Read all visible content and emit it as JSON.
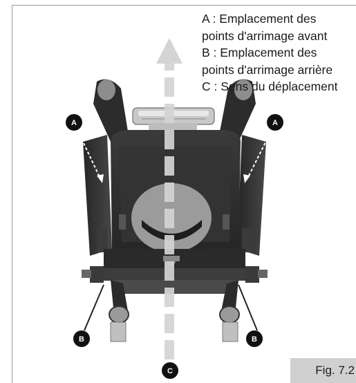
{
  "legend": {
    "line1": "A : Emplacement des",
    "line2": "points d'arrimage avant",
    "line3": "B : Emplacement des",
    "line4": "points d'arrimage arrière",
    "line5": "C : Sens du déplacement"
  },
  "figure_label": "Fig. 7.2",
  "markers": {
    "a_left": "A",
    "a_right": "A",
    "b_left": "B",
    "b_right": "B",
    "c": "C"
  },
  "colors": {
    "chair_dark": "#2f2f2f",
    "chair_mid": "#4a4a4a",
    "arrow_gray": "#d4d4d4",
    "marker_black": "#111111"
  }
}
